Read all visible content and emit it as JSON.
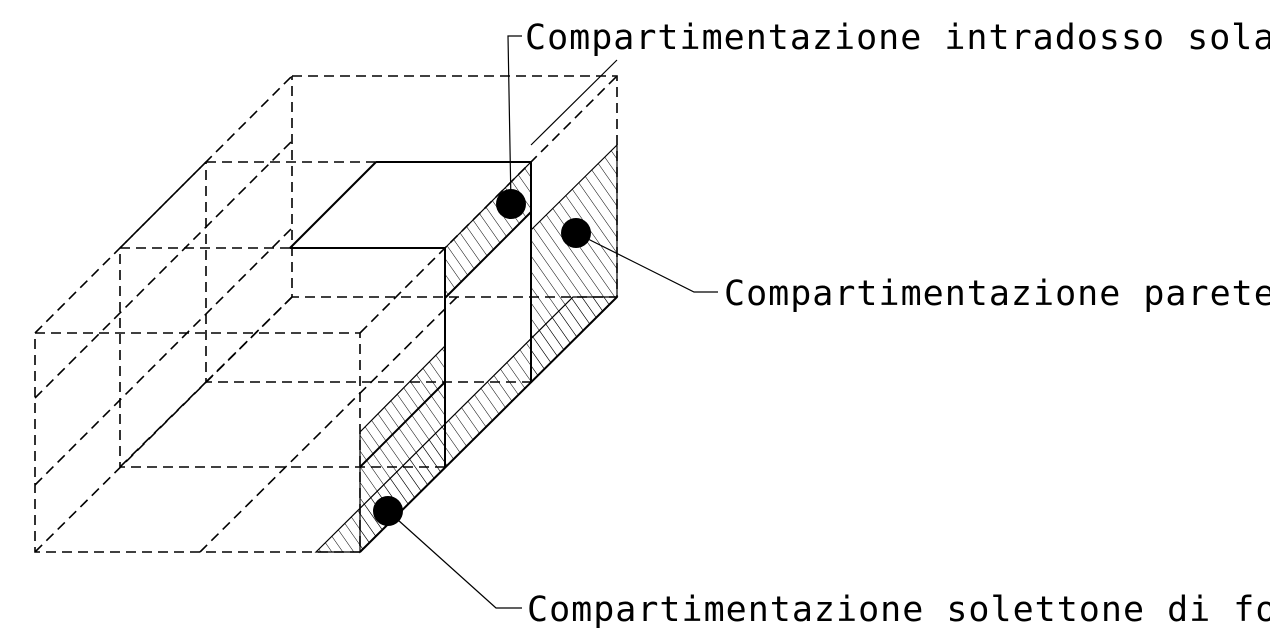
{
  "labels": {
    "ceiling": "Compartimentazione intradosso solaio",
    "wall": "Compartimentazione parete",
    "floor_slab": "Compartimentazione solettone di fondo"
  },
  "colors": {
    "line": "#000000",
    "background": "#ffffff"
  }
}
